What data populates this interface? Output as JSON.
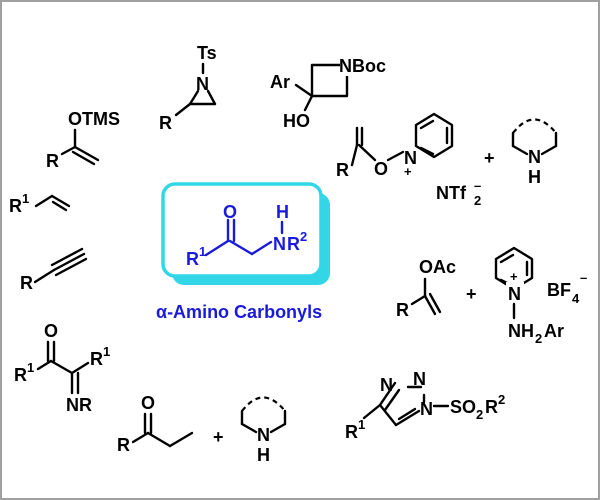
{
  "colors": {
    "blue": "#1a1adb",
    "cyan_border": "#33d6e6",
    "frame": "#a0a0a0"
  },
  "center": {
    "caption": "α-Amino Carbonyls",
    "atoms": {
      "O": "O",
      "H": "H",
      "N": "N",
      "R": "R",
      "R2": "2",
      "R1": "1"
    }
  },
  "labels": {
    "aziridine": {
      "Ts": "Ts",
      "N": "N",
      "R": "R"
    },
    "azetidine": {
      "NBoc": "NBoc",
      "Ar": "Ar",
      "HO": "HO"
    },
    "silyl_enol": {
      "OTMS": "OTMS",
      "R": "R"
    },
    "alkene": {
      "R": "R",
      "sup": "1"
    },
    "alkyne": {
      "R": "R"
    },
    "pyridinium_enol": {
      "O": "O",
      "N": "N",
      "plus": "+",
      "R": "R",
      "counter": "NTf",
      "sub": "2",
      "minus": "–"
    },
    "amine_top": {
      "N": "N",
      "H": "H"
    },
    "plus_sign": "+",
    "enol_acetate": {
      "OAc": "OAc",
      "R": "R"
    },
    "aminopyridinium": {
      "N": "N",
      "plus": "+",
      "NH2Ar_a": "NH",
      "NH2Ar_sub": "2",
      "NH2Ar_b": "Ar",
      "BF": "BF",
      "BF_sub": "4",
      "BF_minus": "–"
    },
    "diketone": {
      "O": "O",
      "R1a": "R",
      "R1b": "R",
      "sup": "1",
      "NR": "NR"
    },
    "ketone": {
      "O": "O",
      "R": "R"
    },
    "amine_bottom": {
      "N": "N",
      "H": "H"
    },
    "triazole": {
      "N1": "N",
      "N2": "N",
      "N3": "N",
      "R1": "R",
      "sup": "1",
      "SO2": "SO",
      "SO2sub": "2",
      "R2": "R",
      "R2sup": "2"
    }
  }
}
